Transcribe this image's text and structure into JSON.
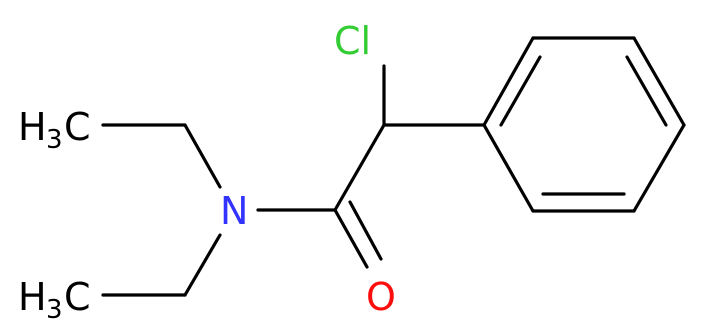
{
  "molecule": {
    "atoms": {
      "chlorine": "Cl",
      "nitrogen": "N",
      "oxygen": "O",
      "methyl_top": {
        "main": "H",
        "subscript": "3",
        "tail": "C"
      },
      "methyl_bottom": {
        "main": "H",
        "subscript": "3",
        "tail": "C"
      }
    },
    "colors": {
      "bond": "#000000",
      "chlorine": "#33cc33",
      "nitrogen": "#3333ff",
      "oxygen": "#ff0d0d",
      "carbon_hydrogen": "#000000"
    }
  }
}
